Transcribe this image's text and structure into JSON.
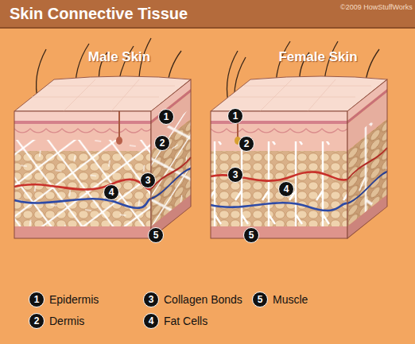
{
  "diagram": {
    "title": "Skin Connective Tissue",
    "labels": [
      "Male Skin",
      "Female Skin",
      "1",
      "2",
      "3",
      "4",
      "5",
      "1",
      "2",
      "3",
      "4",
      "5",
      "1",
      "2",
      "3",
      "4",
      "5",
      "©2009 HowStuffWorks"
    ],
    "legend": [
      {
        "text": "Epidermis"
      },
      {
        "text": "Dermis"
      },
      {
        "text": "Collagen Bonds"
      },
      {
        "text": "Fat Cells"
      },
      {
        "text": "Muscle"
      }
    ]
  }
}
